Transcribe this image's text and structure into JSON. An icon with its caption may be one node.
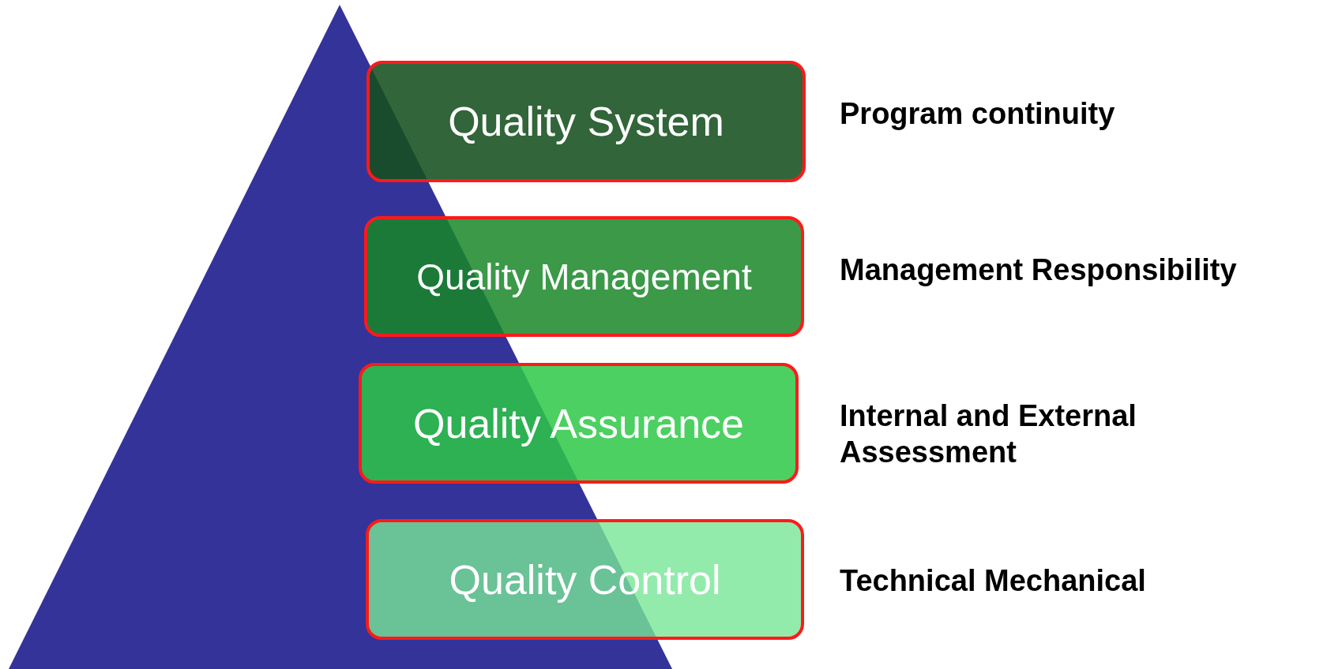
{
  "diagram": {
    "nodes": [
      {
        "text": [
          "Quality System"
        ],
        "beside": [
          "Program continuity"
        ]
      },
      {
        "text": [
          "Quality Management"
        ],
        "beside": [
          "Management Responsibility"
        ]
      },
      {
        "text": [
          "Quality Assurance"
        ],
        "beside": [
          "Internal and External Assessment"
        ]
      },
      {
        "text": [
          "Quality Control"
        ],
        "beside": [
          "Technical Mechanical"
        ]
      }
    ]
  }
}
